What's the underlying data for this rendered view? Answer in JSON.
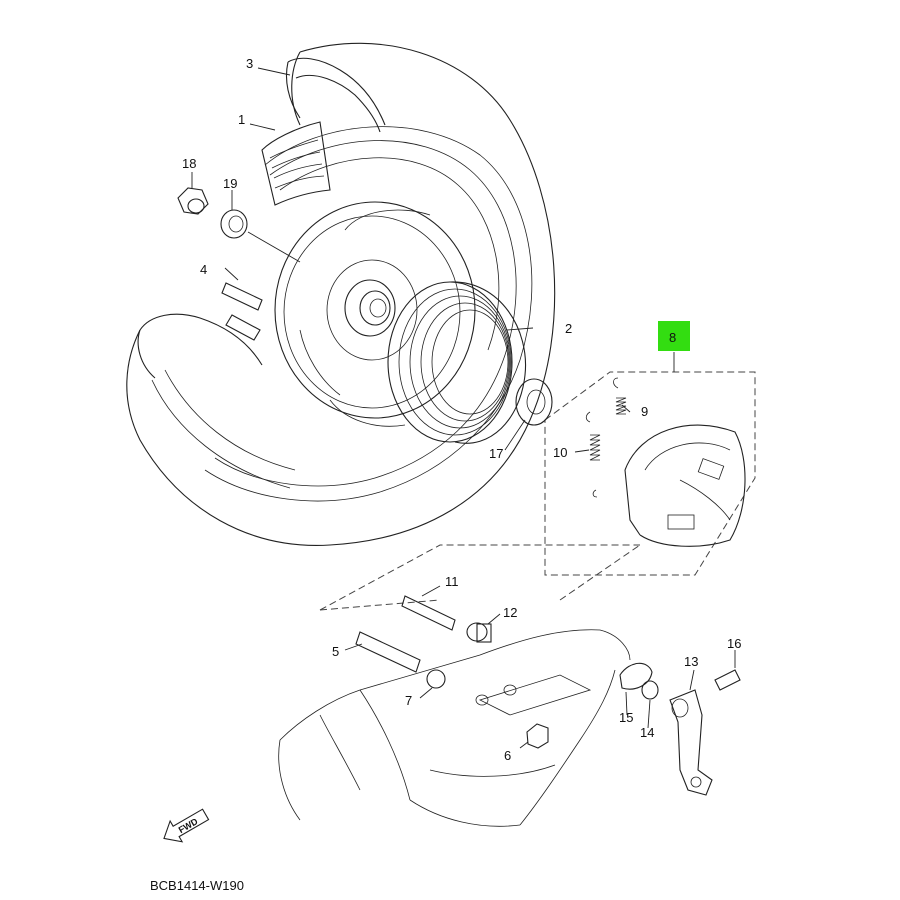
{
  "diagram_code": "BCB1414-W190",
  "fwd_label": "FWD",
  "highlight_color": "#33dd11",
  "parts": [
    {
      "id": "p1",
      "number": "1"
    },
    {
      "id": "p2",
      "number": "2"
    },
    {
      "id": "p3",
      "number": "3"
    },
    {
      "id": "p4",
      "number": "4"
    },
    {
      "id": "p5",
      "number": "5"
    },
    {
      "id": "p6",
      "number": "6"
    },
    {
      "id": "p7",
      "number": "7"
    },
    {
      "id": "p8",
      "number": "8"
    },
    {
      "id": "p9",
      "number": "9"
    },
    {
      "id": "p10",
      "number": "10"
    },
    {
      "id": "p11",
      "number": "11"
    },
    {
      "id": "p12",
      "number": "12"
    },
    {
      "id": "p13",
      "number": "13"
    },
    {
      "id": "p14",
      "number": "14"
    },
    {
      "id": "p15",
      "number": "15"
    },
    {
      "id": "p16",
      "number": "16"
    },
    {
      "id": "p17",
      "number": "17"
    },
    {
      "id": "p18",
      "number": "18"
    },
    {
      "id": "p19",
      "number": "19"
    }
  ]
}
